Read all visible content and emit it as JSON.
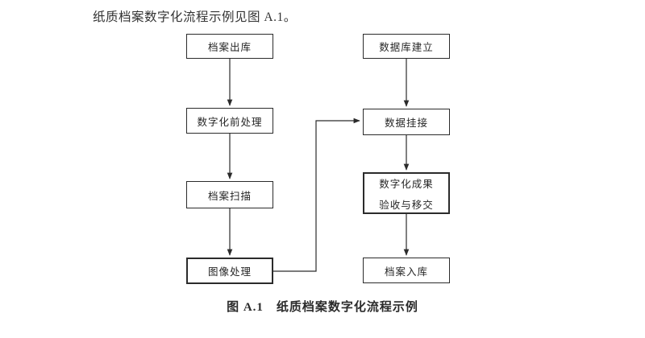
{
  "intro_text": "纸质档案数字化流程示例见图 A.1。",
  "figure_caption": "图 A.1　纸质档案数字化流程示例",
  "flowchart": {
    "left": [
      {
        "label": "档案出库"
      },
      {
        "label": "数字化前处理"
      },
      {
        "label": "档案扫描"
      },
      {
        "label": "图像处理"
      }
    ],
    "right": [
      {
        "label": "数据库建立"
      },
      {
        "label": "数据挂接"
      },
      {
        "line1": "数字化成果",
        "line2": "验收与移交"
      },
      {
        "label": "档案入库"
      }
    ]
  },
  "colors": {
    "line": "#2b2b2b",
    "text": "#262626",
    "background": "#ffffff"
  }
}
